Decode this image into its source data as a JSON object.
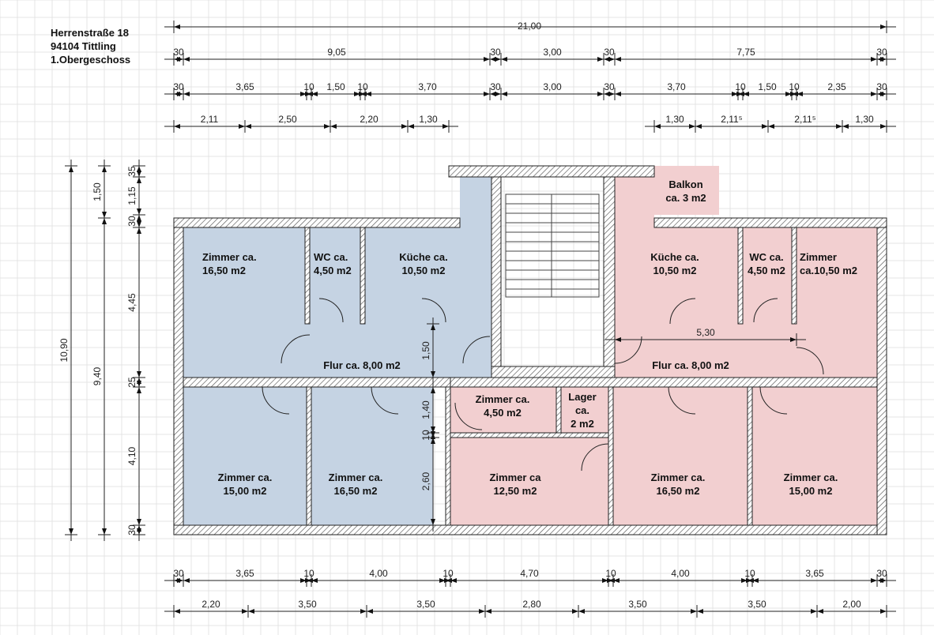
{
  "header": {
    "lines": [
      "Herrenstraße 18",
      "94104 Tittling",
      "1.Obergeschoss"
    ]
  },
  "colors": {
    "blue_unit": "#c5d3e3",
    "pink_unit": "#f2cfd0",
    "wall_hatch": "#555555",
    "grid": "#e4e4e4"
  },
  "rooms": [
    {
      "lines": [
        "Zimmer ca.",
        "16,50 m2"
      ],
      "unit": "blue"
    },
    {
      "lines": [
        "WC ca.",
        "4,50 m2"
      ],
      "unit": "blue"
    },
    {
      "lines": [
        "Küche ca.",
        "10,50 m2"
      ],
      "unit": "blue"
    },
    {
      "lines": [
        "Flur ca. 8,00 m2"
      ],
      "unit": "blue"
    },
    {
      "lines": [
        "Zimmer ca.",
        "15,00 m2"
      ],
      "unit": "blue"
    },
    {
      "lines": [
        "Zimmer ca.",
        "16,50 m2"
      ],
      "unit": "blue"
    },
    {
      "lines": [
        "Zimmer ca.",
        "4,50 m2"
      ],
      "unit": "pink"
    },
    {
      "lines": [
        "Lager",
        "ca.",
        "2 m2"
      ],
      "unit": "pink"
    },
    {
      "lines": [
        "Zimmer ca",
        "12,50 m2"
      ],
      "unit": "pink"
    },
    {
      "lines": [
        "Balkon",
        "ca. 3 m2"
      ],
      "unit": "pink"
    },
    {
      "lines": [
        "Küche ca.",
        "10,50 m2"
      ],
      "unit": "pink"
    },
    {
      "lines": [
        "WC ca.",
        "4,50 m2"
      ],
      "unit": "pink"
    },
    {
      "lines": [
        "Zimmer",
        "ca.10,50 m2"
      ],
      "unit": "pink"
    },
    {
      "lines": [
        "Flur ca. 8,00 m2"
      ],
      "unit": "pink"
    },
    {
      "lines": [
        "Zimmer ca.",
        "16,50 m2"
      ],
      "unit": "pink"
    },
    {
      "lines": [
        "Zimmer ca.",
        "15,00 m2"
      ],
      "unit": "pink"
    }
  ],
  "dimensions": {
    "top_total": "21,00",
    "top_row2": [
      "30",
      "9,05",
      "30",
      "3,00",
      "30",
      "7,75",
      "30"
    ],
    "top_row3": [
      "30",
      "3,65",
      "10",
      "1,50",
      "10",
      "3,70",
      "30",
      "3,00",
      "30",
      "3,70",
      "10",
      "1,50",
      "10",
      "2,35",
      "30"
    ],
    "top_row4_left": [
      "2,11",
      "2,50",
      "2,20",
      "1,30"
    ],
    "top_row4_right": [
      "1,30",
      "2,11⁵",
      "2,11⁵",
      "1,30"
    ],
    "left_outer": [
      "10,90"
    ],
    "left_mid": [
      "1,50",
      "9,40"
    ],
    "left_inner": [
      "35",
      "1,15",
      "30",
      "4,45",
      "25",
      "4,10",
      "30"
    ],
    "inner_vertical": [
      "1,50",
      "1,40",
      "10",
      "2,60"
    ],
    "inner_horizontal": [
      "5,30"
    ],
    "bottom_row1": [
      "30",
      "3,65",
      "10",
      "4,00",
      "10",
      "4,70",
      "10",
      "4,00",
      "10",
      "3,65",
      "30"
    ],
    "bottom_row2": [
      "2,20",
      "3,50",
      "3,50",
      "2,80",
      "3,50",
      "3,50",
      "2,00"
    ]
  }
}
